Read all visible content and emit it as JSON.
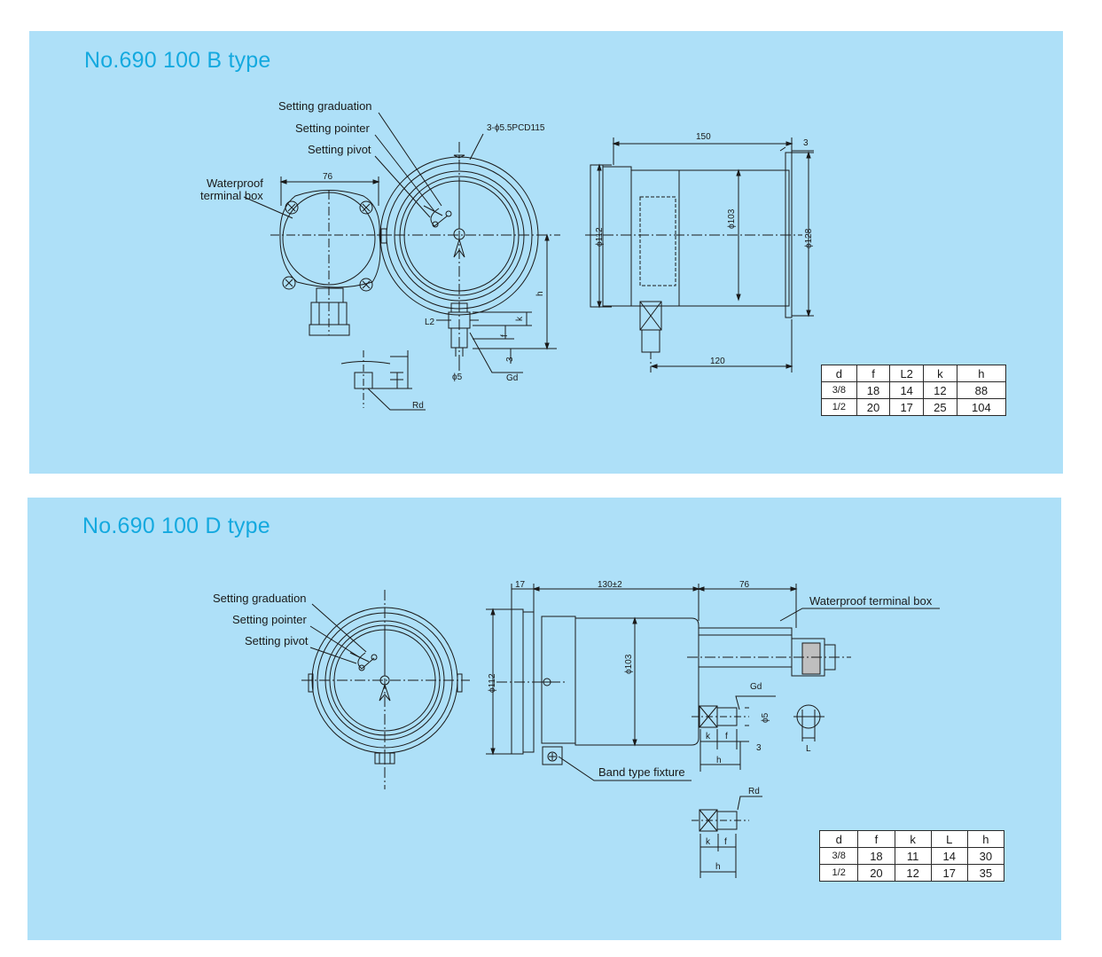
{
  "panels": [
    {
      "title": "No.690 100 B type",
      "labels": {
        "setting_graduation": "Setting graduation",
        "setting_pointer": "Setting pointer",
        "setting_pivot": "Setting pivot",
        "waterproof_terminal_box_line1": "Waterproof",
        "waterproof_terminal_box_line2": "terminal box",
        "mounting_holes": "3-ϕ5.5PCD115",
        "rd": "Rd",
        "gd": "Gd",
        "l2": "L2"
      },
      "dimensions": {
        "box_width": "76",
        "length": "150",
        "flange": "3",
        "dia_112": "ϕ112",
        "dia_103": "ϕ103",
        "dia_128": "ϕ128",
        "base_length": "120",
        "dia_5": "ϕ5",
        "three": "3",
        "h": "h",
        "k": "k",
        "f": "f"
      },
      "table": {
        "headers": [
          "d",
          "f",
          "L2",
          "k",
          "h"
        ],
        "rows": [
          [
            "3/8",
            "18",
            "14",
            "12",
            "88"
          ],
          [
            "1/2",
            "20",
            "17",
            "25",
            "104"
          ]
        ]
      }
    },
    {
      "title": "No.690 100 D type",
      "labels": {
        "setting_graduation": "Setting graduation",
        "setting_pointer": "Setting pointer",
        "setting_pivot": "Setting pivot",
        "waterproof_terminal_box": "Waterproof terminal box",
        "band_type_fixture": "Band type fixture",
        "gd": "Gd",
        "rd": "Rd"
      },
      "dimensions": {
        "flange": "17",
        "length": "130±2",
        "box_length": "76",
        "dia_112": "ϕ112",
        "dia_103": "ϕ103",
        "dia_5": "ϕ5",
        "three": "3",
        "k": "k",
        "f": "f",
        "h": "h",
        "L": "L"
      },
      "table": {
        "headers": [
          "d",
          "f",
          "k",
          "L",
          "h"
        ],
        "rows": [
          [
            "3/8",
            "18",
            "11",
            "14",
            "30"
          ],
          [
            "1/2",
            "20",
            "12",
            "17",
            "35"
          ]
        ]
      }
    }
  ],
  "colors": {
    "panel_bg": "#aee0f8",
    "title": "#14a9df",
    "line": "#1a1a1a"
  }
}
